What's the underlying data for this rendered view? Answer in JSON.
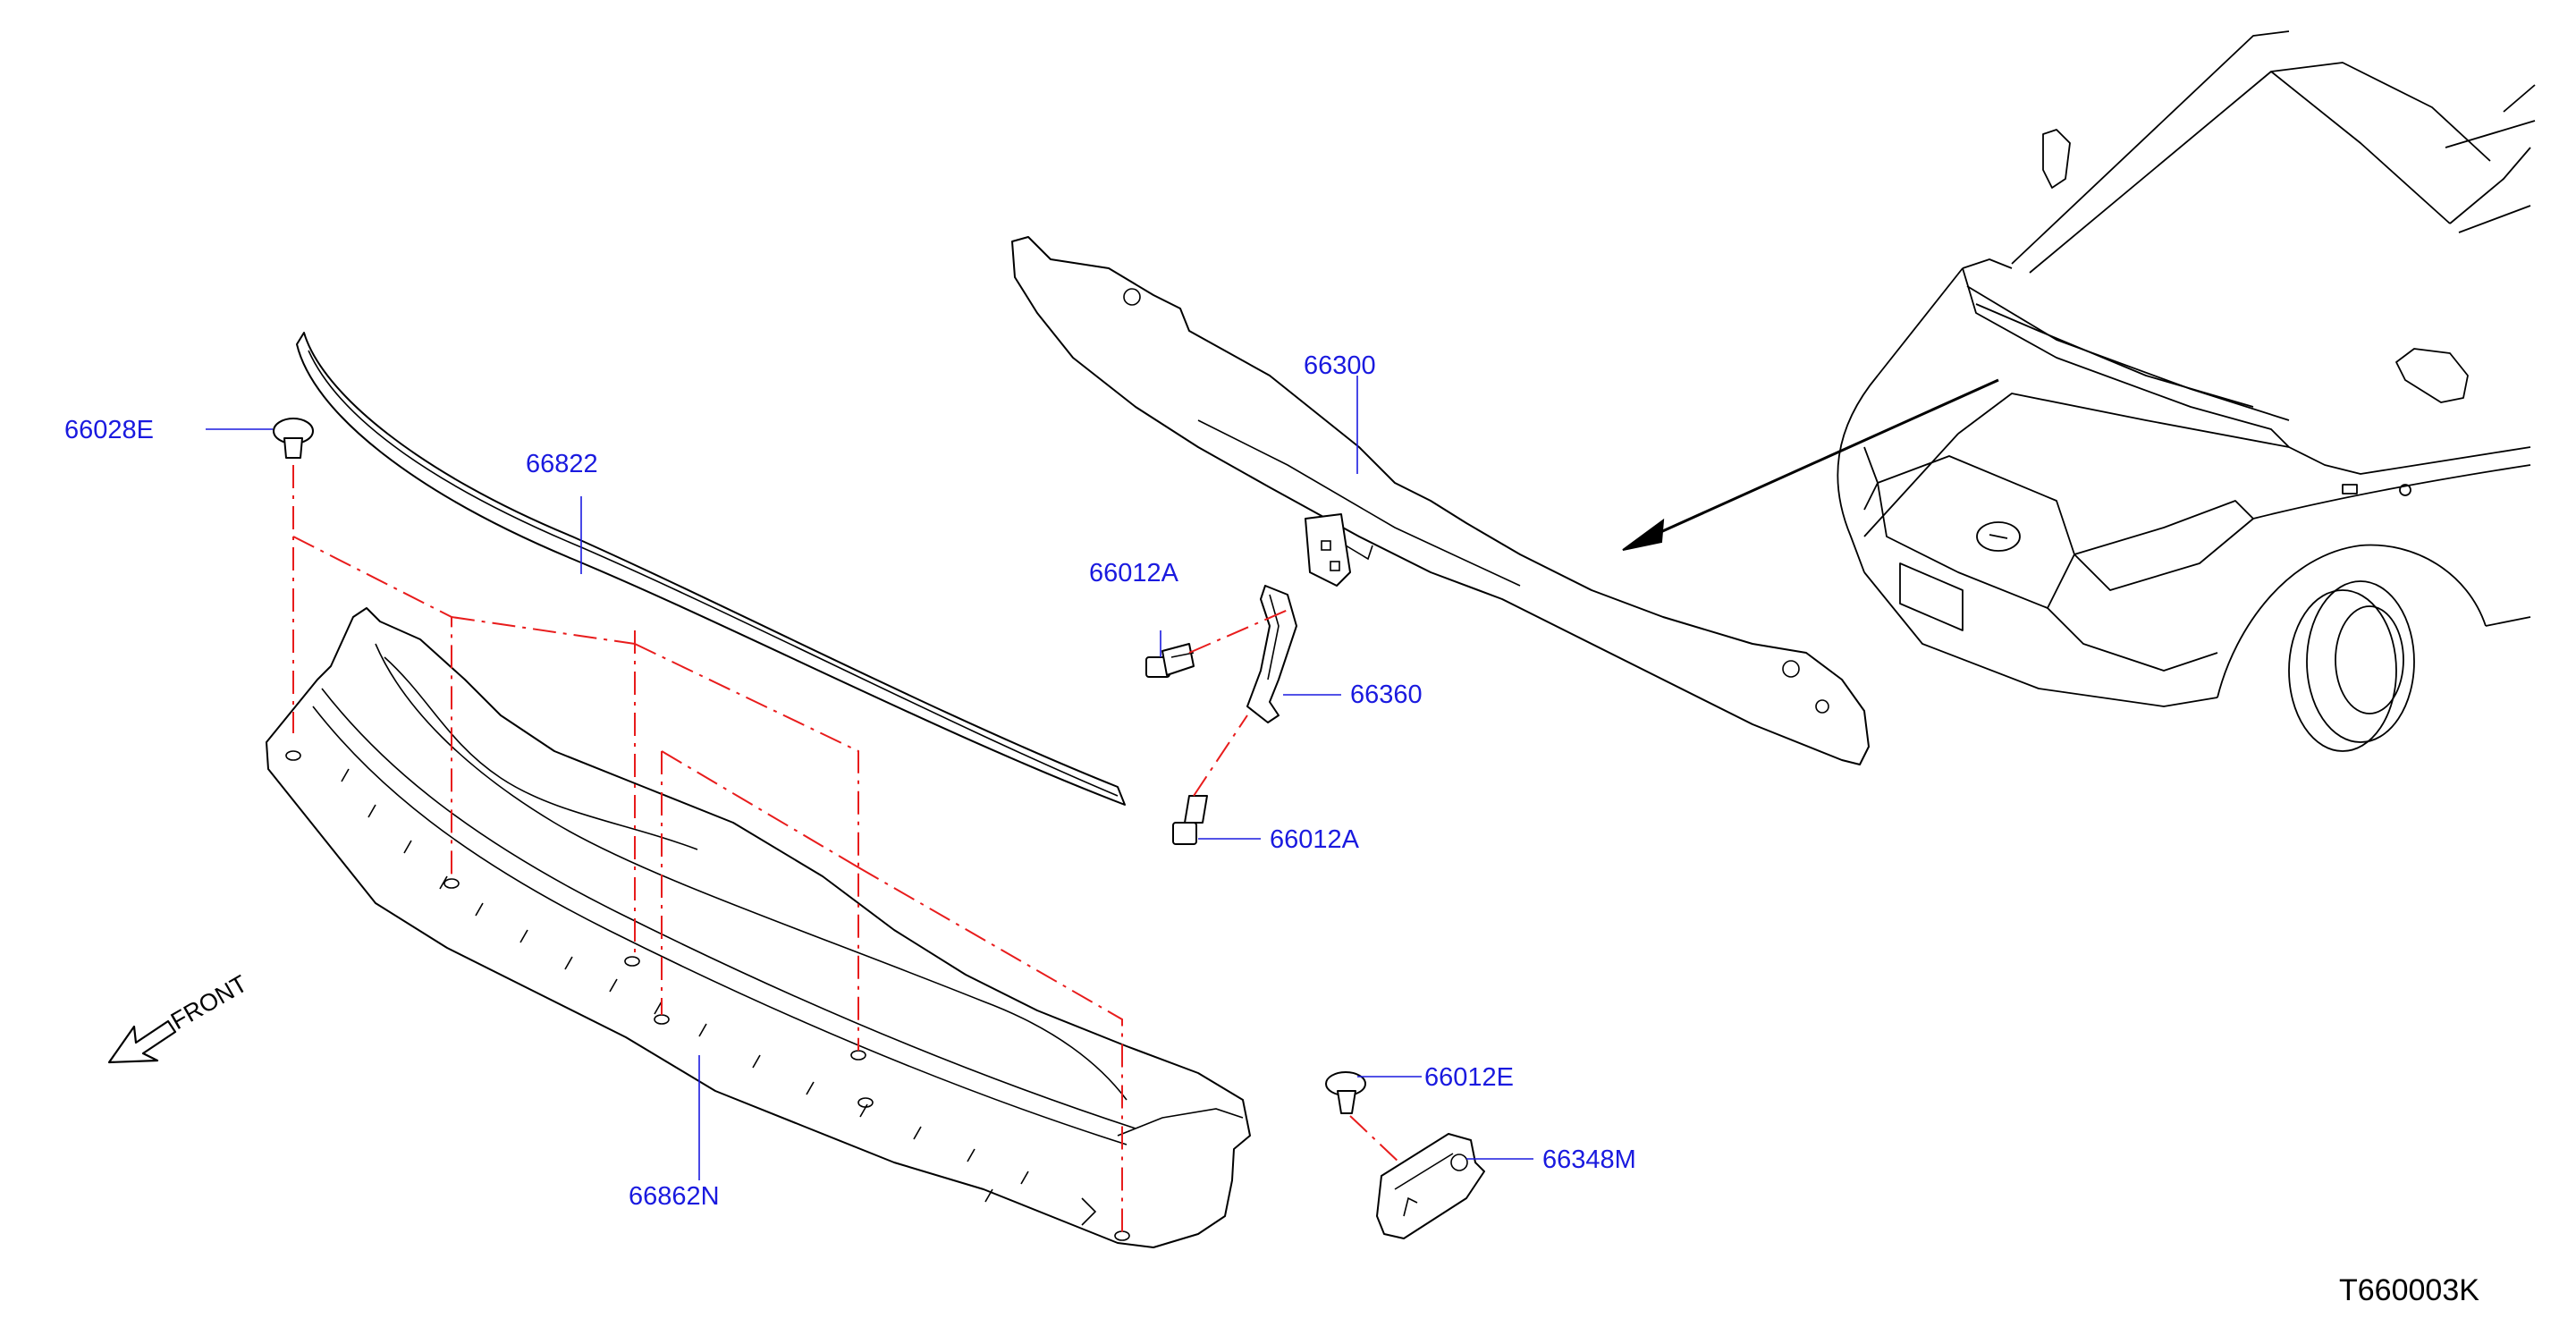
{
  "diagram": {
    "callouts": [
      {
        "id": "c1",
        "text": "66028E"
      },
      {
        "id": "c2",
        "text": "66822"
      },
      {
        "id": "c3",
        "text": "66300"
      },
      {
        "id": "c4",
        "text": "66012A"
      },
      {
        "id": "c5",
        "text": "66360"
      },
      {
        "id": "c6",
        "text": "66012A"
      },
      {
        "id": "c7",
        "text": "66862N"
      },
      {
        "id": "c8",
        "text": "66012E"
      },
      {
        "id": "c9",
        "text": "66348M"
      }
    ],
    "front_label": "FRONT",
    "plate_number": "T660003K",
    "colors": {
      "callout": "#1a1adf",
      "dash": "#e81c1c",
      "line": "#000000"
    }
  }
}
